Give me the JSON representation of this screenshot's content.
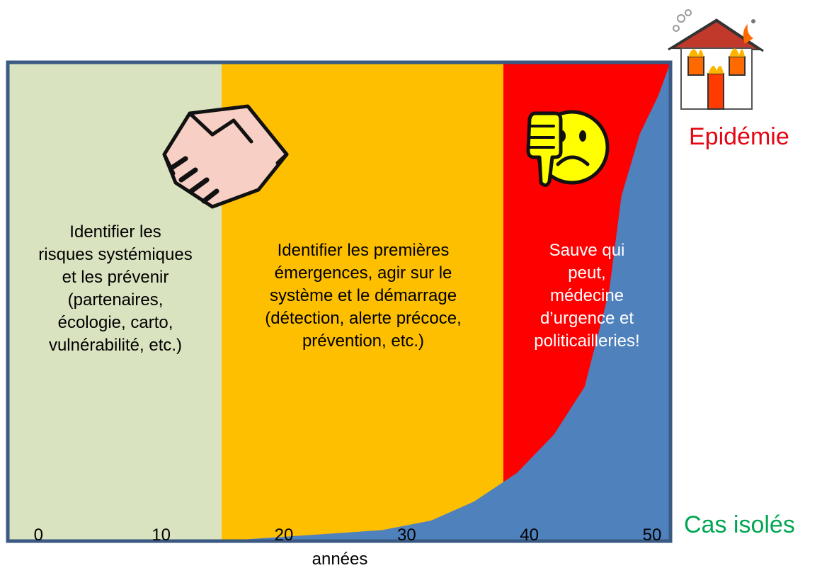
{
  "zones": [
    {
      "id": "prevention",
      "color": "#d9e3bf",
      "text_lines": [
        "Identifier les",
        "risques systémiques",
        "et les prévenir",
        "(partenaires,",
        "écologie, carto,",
        "vulnérabilité, etc.)"
      ]
    },
    {
      "id": "early",
      "color": "#fdbf00",
      "text_lines": [
        "Identifier les premières",
        "émergences, agir sur le",
        "système et le démarrage",
        "(détection, alerte précoce,",
        "prévention, etc.)"
      ]
    },
    {
      "id": "emergency",
      "color": "#ff0000",
      "text_lines": [
        "Sauve qui",
        "peut,",
        "médecine",
        "d’urgence et",
        "politicailleries!"
      ]
    }
  ],
  "curve": {
    "color": "#4f81bd",
    "points": [
      [
        16.5,
        0
      ],
      [
        28,
        2
      ],
      [
        32,
        4
      ],
      [
        35.5,
        8
      ],
      [
        39,
        14
      ],
      [
        42,
        22
      ],
      [
        44.5,
        32
      ],
      [
        46.5,
        52
      ],
      [
        47.5,
        72
      ],
      [
        49,
        85
      ],
      [
        50.5,
        93
      ],
      [
        51.5,
        100
      ]
    ]
  },
  "x_axis": {
    "ticks": [
      "0",
      "10",
      "20",
      "30",
      "40",
      "50"
    ],
    "tick_values": [
      0,
      10,
      20,
      30,
      40,
      50
    ],
    "label": "années",
    "range": [
      -2.5,
      51.5
    ]
  },
  "labels": {
    "top": "Epidémie",
    "bottom": "Cas isolés"
  },
  "colors": {
    "frame": "#3a5a84",
    "top_label": "#e30613",
    "bottom_label": "#00a651"
  },
  "icons": [
    "handshake-icon",
    "thumbs-down-sad-face-icon",
    "burning-house-icon"
  ]
}
